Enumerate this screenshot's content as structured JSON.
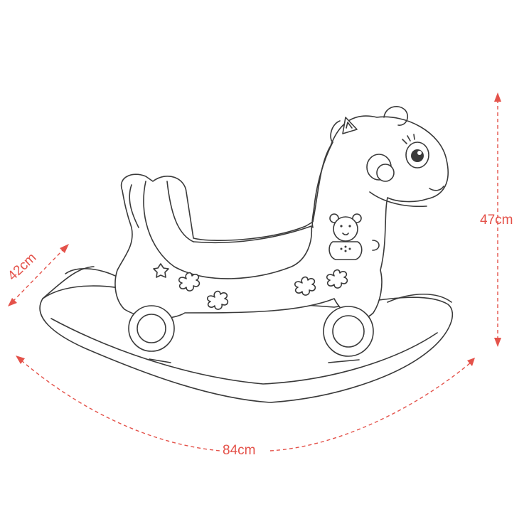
{
  "product": "rocking horse",
  "dimensions": {
    "height": "47cm",
    "depth": "42cm",
    "width": "84cm"
  },
  "colors": {
    "outline": "#3a3a3a",
    "dimension": "#e4524a",
    "background": "#ffffff"
  },
  "icons": [
    "bear-icon",
    "star-icon",
    "flower-icon",
    "wheel-icon",
    "handle-icon"
  ]
}
